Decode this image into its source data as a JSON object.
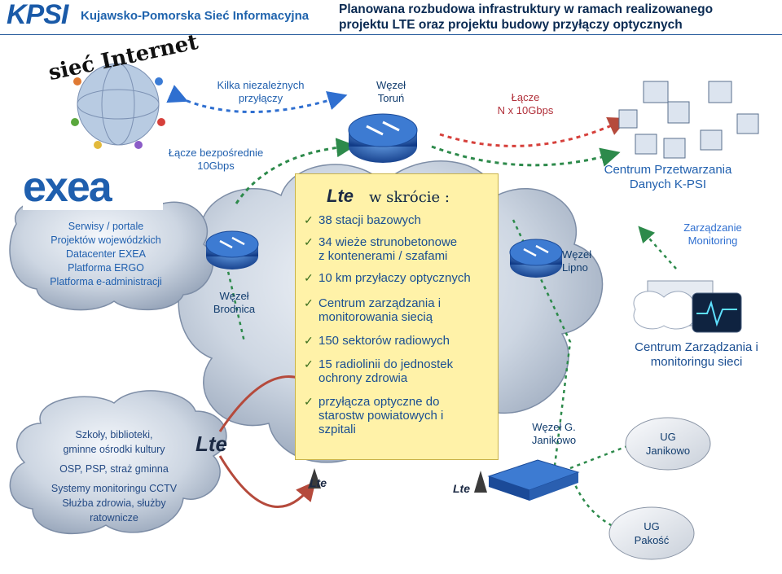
{
  "header": {
    "logo_text": "KPSI",
    "org_name": "Kujawsko-Pomorska Sieć Informacyjna",
    "title_line1": "Planowana rozbudowa infrastruktury w ramach realizowanego",
    "title_line2": "projektu LTE oraz projektu budowy przyłączy optycznych"
  },
  "internet": {
    "label": "sieć Internet"
  },
  "links": {
    "independent": [
      "Kilka niezależnych",
      "przyłączy"
    ],
    "torun": [
      "Węzeł",
      "Toruń"
    ],
    "nx10": [
      "Łącze",
      "N x 10Gbps"
    ],
    "direct": [
      "Łącze bezpośrednie",
      "10Gbps"
    ]
  },
  "exea": {
    "logo": "exea",
    "services": [
      "Serwisy / portale",
      "Projektów wojewódzkich",
      "Datacenter EXEA",
      "Platforma ERGO",
      "Platforma e-administracji"
    ]
  },
  "nodes": {
    "brodnica": [
      "Węzeł",
      "Brodnica"
    ],
    "lipno": [
      "Węzeł",
      "Lipno"
    ],
    "janikowo": [
      "Węzeł G.",
      "Janikowo"
    ]
  },
  "datacenter": {
    "title": [
      "Centrum Przetwarzania",
      "Danych K-PSI"
    ],
    "mgmt": [
      "Zarządzanie",
      "Monitoring"
    ],
    "noc": [
      "Centrum Zarządzania i",
      "monitoringu sieci"
    ]
  },
  "infobox": {
    "lte": "Lte",
    "heading": "w skrócie :",
    "check": "✓",
    "items": [
      [
        "38 stacji bazowych"
      ],
      [
        "34 wieże strunobetonowe",
        "z kontenerami / szafami"
      ],
      [
        "10 km przyłaczy optycznych"
      ],
      [
        "Centrum zarządzania i",
        "monitorowania siecią"
      ],
      [
        "150 sektorów radiowych"
      ],
      [
        "15 radiolinii do jednostek",
        "ochrony zdrowia"
      ],
      [
        "przyłącza optyczne do",
        "starostw powiatowych i",
        "szpitali"
      ]
    ]
  },
  "schools_cloud": [
    "Szkoły, biblioteki,",
    "gminne ośrodki kultury",
    "OSP, PSP, straż gminna",
    "Systemy  monitoringu CCTV",
    "Służba zdrowia, służby",
    "ratownicze"
  ],
  "ug": {
    "janikowo": [
      "UG",
      "Janikowo"
    ],
    "pakosc": [
      "UG",
      "Pakość"
    ]
  },
  "lte_badge": "Lte",
  "colors": {
    "title": "#0a2a52",
    "accent": "#1f5fae",
    "infobox": "#fff2a8",
    "arrow_blue": "#2f6fd0",
    "arrow_green": "#2d8a4b",
    "arrow_red": "#b54a3c"
  }
}
